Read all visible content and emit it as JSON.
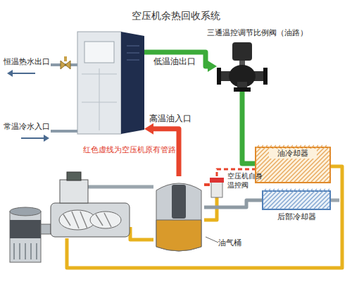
{
  "diagram": {
    "title": "空压机余热回收系统",
    "nodes": [
      {
        "text": [
          "恒温热水出口",
          "常温冷水入口"
        ]
      },
      {
        "text": [
          "三通温控调节比例阀（油路）"
        ]
      },
      {
        "text": [
          "油冷却器"
        ]
      },
      {
        "text": [
          "空压机自身温控阀"
        ]
      },
      {
        "text": [
          "后部冷却器"
        ]
      },
      {
        "text": [
          "油气桶"
        ]
      }
    ],
    "edges": [
      {
        "from": 0,
        "to": 1,
        "label": "低温油出口",
        "arrow": "to"
      },
      {
        "from": 5,
        "to": 0,
        "label": "高温油入口",
        "arrow": "to"
      },
      {
        "from": 1,
        "to": 2,
        "arrow": "none"
      },
      {
        "from": 3,
        "to": 2,
        "arrow": "none"
      },
      {
        "from": 5,
        "to": 4,
        "arrow": "none"
      }
    ],
    "labels": [
      "红色虚线为空压机原有管路"
    ]
  }
}
